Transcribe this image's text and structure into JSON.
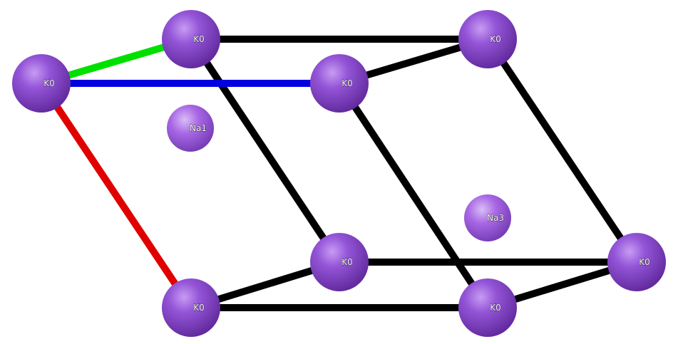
{
  "colors": {
    "background": "#ffffff",
    "potassium": "#8a47d1",
    "sodium": "#a363e6",
    "cell_edge": "#000000",
    "axis_a": "#e00000",
    "axis_b": "#00e000",
    "axis_c": "#0000e0"
  },
  "atoms": [
    {
      "id": "k-origin",
      "element": "K",
      "label": "K0"
    },
    {
      "id": "k-top-back",
      "element": "K",
      "label": "K0"
    },
    {
      "id": "k-top-right",
      "element": "K",
      "label": "K0"
    },
    {
      "id": "k-top-front",
      "element": "K",
      "label": "K0"
    },
    {
      "id": "k-bottom-left",
      "element": "K",
      "label": "K0"
    },
    {
      "id": "k-bottom-back",
      "element": "K",
      "label": "K0"
    },
    {
      "id": "k-bottom-front",
      "element": "K",
      "label": "K0"
    },
    {
      "id": "k-bottom-right",
      "element": "K",
      "label": "K0"
    },
    {
      "id": "na-1",
      "element": "Na",
      "label": "Na1"
    },
    {
      "id": "na-3",
      "element": "Na",
      "label": "Na3"
    }
  ],
  "bonds": [
    {
      "id": "edge-1",
      "type": "cell",
      "from": "k-top-back",
      "to": "k-top-right"
    },
    {
      "id": "edge-2",
      "type": "cell",
      "from": "k-top-front",
      "to": "k-top-right"
    },
    {
      "id": "edge-3",
      "type": "cell",
      "from": "k-top-back",
      "to": "k-bottom-back"
    },
    {
      "id": "edge-4",
      "type": "cell",
      "from": "k-top-right",
      "to": "k-bottom-right"
    },
    {
      "id": "edge-5",
      "type": "cell",
      "from": "k-top-front",
      "to": "k-bottom-front"
    },
    {
      "id": "edge-6",
      "type": "cell",
      "from": "k-bottom-left",
      "to": "k-bottom-back"
    },
    {
      "id": "edge-7",
      "type": "cell",
      "from": "k-bottom-left",
      "to": "k-bottom-front"
    },
    {
      "id": "edge-8",
      "type": "cell",
      "from": "k-bottom-back",
      "to": "k-bottom-right"
    },
    {
      "id": "edge-9",
      "type": "cell",
      "from": "k-bottom-front",
      "to": "k-bottom-right"
    },
    {
      "id": "axis-a",
      "type": "axis_a",
      "from": "k-origin",
      "to": "k-bottom-left"
    },
    {
      "id": "axis-b",
      "type": "axis_b",
      "from": "k-origin",
      "to": "k-top-back"
    },
    {
      "id": "axis-c",
      "type": "axis_c",
      "from": "k-origin",
      "to": "k-top-front"
    }
  ]
}
